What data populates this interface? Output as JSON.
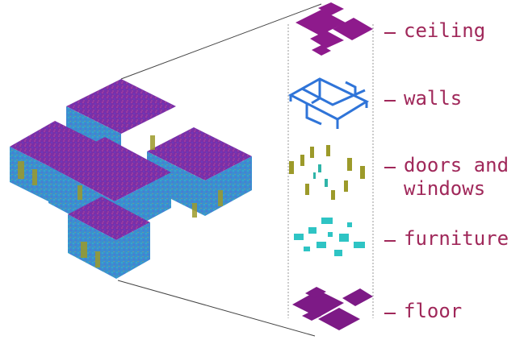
{
  "colors": {
    "label": "#a0285a",
    "ceiling": "#8e1a8c",
    "walls": "#2f74d8",
    "doors_windows": "#9c9a2a",
    "furniture": "#2ec4c4",
    "floor": "#7d1a86",
    "room_top": "#7a2fa8",
    "room_side": "#3a8fd0",
    "leader": "#444444"
  },
  "layers": [
    {
      "id": "ceiling",
      "label": "ceiling",
      "icon": "ceiling-layer-icon"
    },
    {
      "id": "walls",
      "label": "walls",
      "icon": "walls-layer-icon"
    },
    {
      "id": "doors_windows",
      "label_line1": "doors and",
      "label_line2": "windows",
      "icon": "doors-windows-layer-icon"
    },
    {
      "id": "furniture",
      "label": "furniture",
      "icon": "furniture-layer-icon"
    },
    {
      "id": "floor",
      "label": "floor",
      "icon": "floor-layer-icon"
    }
  ],
  "model": {
    "icon": "point-cloud-building-icon"
  }
}
